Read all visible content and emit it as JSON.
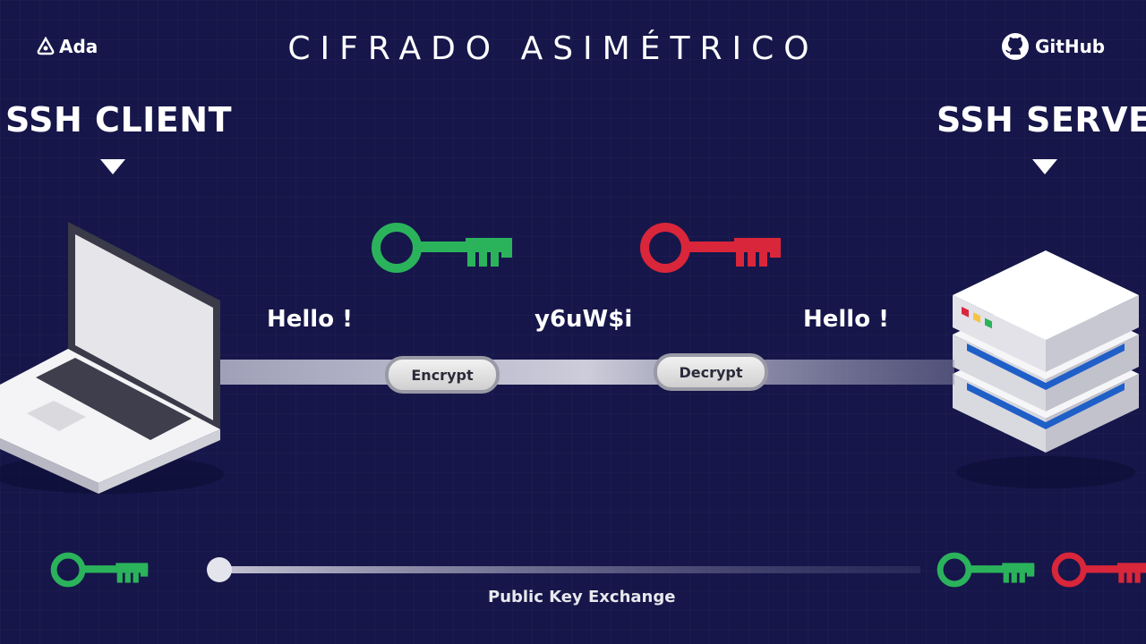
{
  "header": {
    "brand_left": "Ada",
    "title": "CIFRADO ASIMÉTRICO",
    "brand_right": "GitHub"
  },
  "client": {
    "label": "SSH CLIENT",
    "message": "Hello !"
  },
  "server": {
    "label": "SSH SERVER",
    "message": "Hello !"
  },
  "cipher_text": "y6uW$i",
  "steps": {
    "encrypt": "Encrypt",
    "decrypt": "Decrypt"
  },
  "exchange": {
    "caption": "Public Key Exchange"
  },
  "colors": {
    "background": "#16164a",
    "public_key": "#2bb35c",
    "private_key": "#d9263a",
    "server_stripe": "#1f5fc8"
  },
  "icons": [
    "ada-logo-icon",
    "github-icon",
    "laptop-icon",
    "server-icon",
    "public-key-icon",
    "private-key-icon"
  ]
}
